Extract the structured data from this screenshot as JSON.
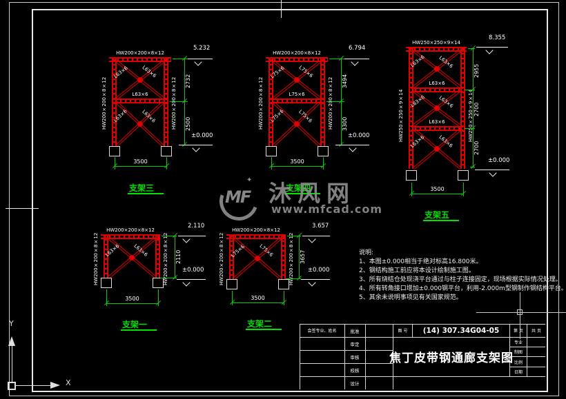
{
  "watermark": {
    "logo": "MF",
    "sparkle": "✦",
    "name": "沐风网",
    "url": "www.mfcad.com"
  },
  "ucs": {
    "x": "X",
    "y": "Y"
  },
  "frames": [
    {
      "name": "支架三",
      "top_chord": "HW200×200×8×12",
      "column": "HW200×200×8×12",
      "brace": "L63×6",
      "mid_beam": "L63×6",
      "elev_top": "5.232",
      "elev_base": "±0.000",
      "width": "3500",
      "heights": [
        "2732",
        "2500"
      ]
    },
    {
      "name": "支架四",
      "top_chord": "HW200×200×8×12",
      "column": "HW200×200×8×12",
      "brace": "L75×6",
      "mid_beam": "L75×6",
      "elev_top": "6.794",
      "elev_base": "±0.000",
      "width": "3500",
      "heights": [
        "3494",
        "3300"
      ]
    },
    {
      "name": "支架五",
      "top_chord": "HW250×250×9×14",
      "column": "HW250×250×9×14",
      "brace": "L63×6",
      "mid_beam": "L63×6",
      "elev_top": "8.355",
      "elev_base": "±0.000",
      "width": "3500",
      "heights": [
        "2955",
        "2700",
        "2700"
      ]
    },
    {
      "name": "支架一",
      "top_chord": "HW200×200×8×12",
      "column": "HW200×200×8×12",
      "brace": "L63×6",
      "elev_top": "2.110",
      "elev_base": "±0.000",
      "width": "3500",
      "heights": [
        "2110"
      ]
    },
    {
      "name": "支架二",
      "top_chord": "HW200×200×8×12",
      "column": "HW200×200×8×12",
      "brace": "L75×6",
      "elev_top": "3.657",
      "elev_base": "±0.000",
      "width": "3500",
      "heights": [
        "3657"
      ]
    }
  ],
  "notes": {
    "title": "说明:",
    "items": [
      "1、本图±0.000相当于绝对标高16.800米。",
      "2、钢结构施工前应将本设计绘制施工图。",
      "3、所有烧结仓处现浇平台通过与柱子连接固定，现场根据实际情况处理。",
      "4、所有转角接口增加±0.000钢平台，利用-2.000m型钢制作钢结构平台。",
      "5、其余未说明事项见有关国家规范。"
    ]
  },
  "titleblock": {
    "sign_header": "会签专业、姓名",
    "rows": [
      "批准",
      "审定",
      "审核",
      "校核",
      "设计"
    ],
    "drawing_no_label": "图 号",
    "drawing_no": "(14) 307.34G04-05",
    "title": "焦丁皮带钢通廊支架图",
    "page_label": "第  页",
    "total_label": "共  页",
    "right_rows": [
      "专业",
      "制图",
      "比例",
      "日期"
    ]
  }
}
